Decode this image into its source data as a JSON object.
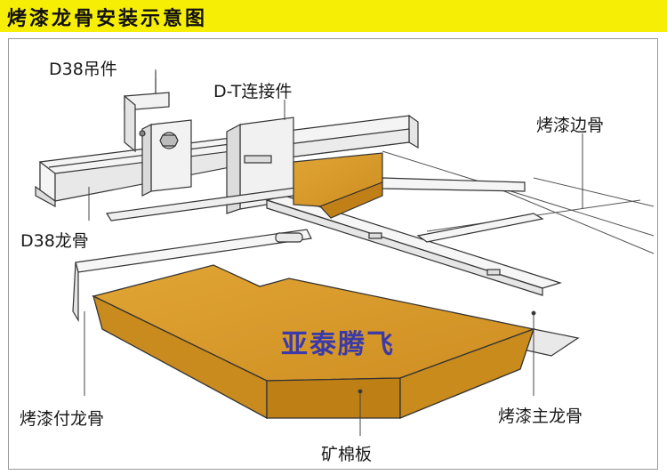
{
  "header": {
    "title": "烤漆龙骨安装示意图"
  },
  "colors": {
    "header_bg": "#f7ee05",
    "panel": "#d99a2a",
    "panel_side": "#c17f17",
    "steel": "#f4f4f4",
    "line": "#333333"
  },
  "labels": {
    "d38_hanger": "D38吊件",
    "dt_connector": "D-T连接件",
    "edge_bone": "烤漆边骨",
    "d38_keel": "D38龙骨",
    "secondary_keel": "烤漆付龙骨",
    "main_keel": "烤漆主龙骨",
    "mineral_board": "矿棉板"
  },
  "watermark": "亚泰腾飞"
}
